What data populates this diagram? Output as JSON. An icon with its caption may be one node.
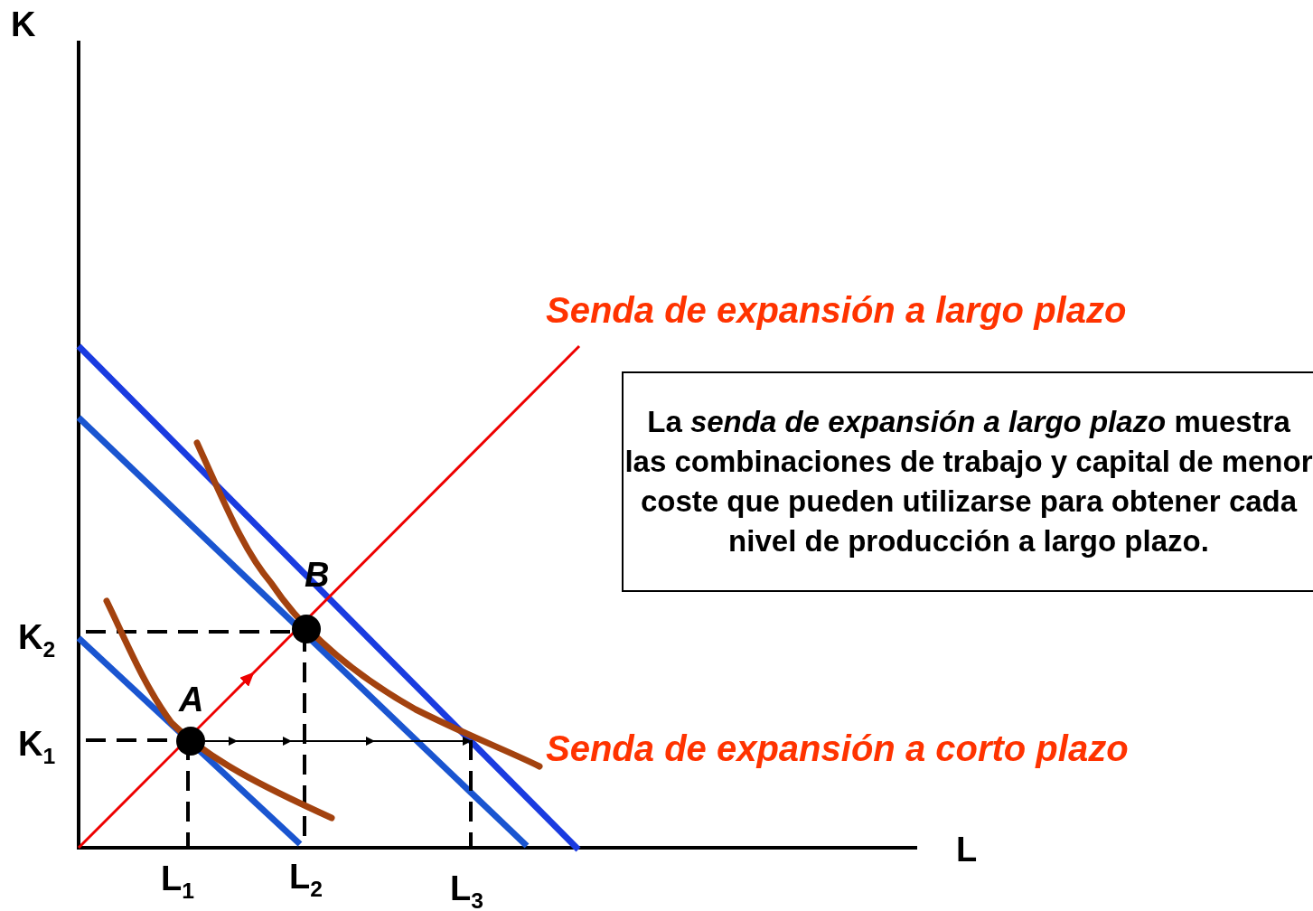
{
  "diagram": {
    "nodes": [
      {
        "text": [
          "La *senda de expansión a largo plazo* muestra las combinaciones de trabajo y capital de menor coste que pueden utilizarse para obtener cada nivel de producción a largo plazo."
        ]
      }
    ],
    "labels": [
      "K",
      "Senda de expansión a largo plazo",
      "B",
      "K$_{2}$",
      "A",
      "K$_{1}$",
      "Senda de expansión a corto plazo",
      "L",
      "L$_{1}$",
      "L$_{2}$",
      "L$_{3}$"
    ]
  }
}
